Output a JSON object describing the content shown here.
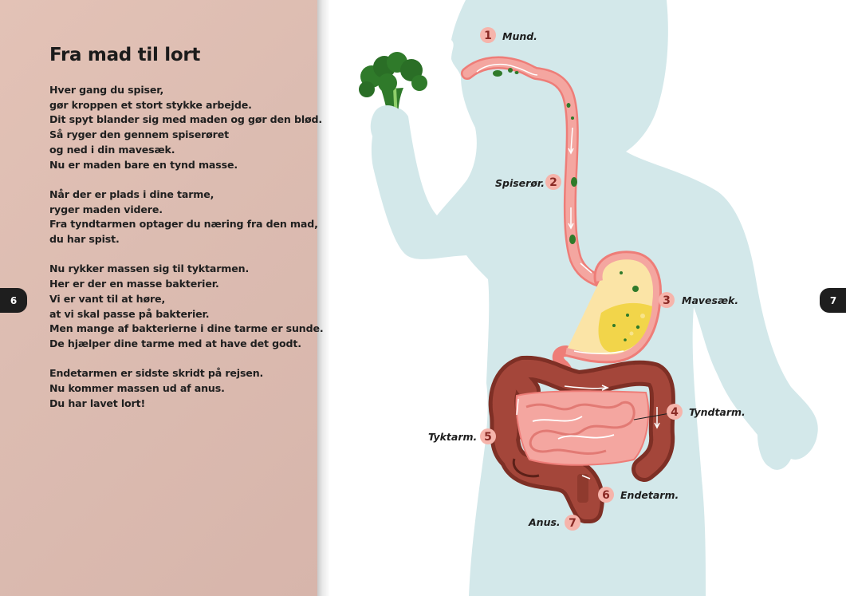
{
  "left_page": {
    "title": "Fra mad til lort",
    "paragraphs": [
      [
        "Hver gang du spiser,",
        "gør kroppen et stort stykke arbejde.",
        "Dit spyt blander sig med maden og gør den blød.",
        "Så ryger den gennem spiserøret",
        "og ned i din mavesæk.",
        "Nu er maden bare en tynd masse."
      ],
      [
        "Når der er plads i dine tarme,",
        "ryger maden videre.",
        "Fra tyndtarmen optager du næring fra den mad,",
        "du har spist."
      ],
      [
        "Nu rykker massen sig til tyktarmen.",
        "Her er der en masse bakterier.",
        "Vi er vant til at høre,",
        "at vi skal passe på bakterier.",
        "Men mange af bakterierne i dine tarme er sunde.",
        "De hjælper dine tarme med at have det godt."
      ],
      [
        "Endetarmen er sidste skridt på rejsen.",
        "Nu kommer massen ud af anus.",
        "Du har lavet lort!"
      ]
    ]
  },
  "page_numbers": {
    "left": "6",
    "right": "7"
  },
  "diagram_labels": [
    {
      "number": "1",
      "text": "Mund."
    },
    {
      "number": "2",
      "text": "Spiserør."
    },
    {
      "number": "3",
      "text": "Mavesæk."
    },
    {
      "number": "4",
      "text": "Tyndtarm."
    },
    {
      "number": "5",
      "text": "Tyktarm."
    },
    {
      "number": "6",
      "text": "Endetarm."
    },
    {
      "number": "7",
      "text": "Anus."
    }
  ],
  "colors": {
    "body_silhouette": "#d3e8ea",
    "organ_pink": "#f4a6a0",
    "organ_outline": "#ee7d78",
    "colon_brown": "#8f3a2e",
    "stomach_contents": "#f2d54a",
    "broccoli_green": "#2f7a2a",
    "number_circle": "#f6b4ab"
  }
}
